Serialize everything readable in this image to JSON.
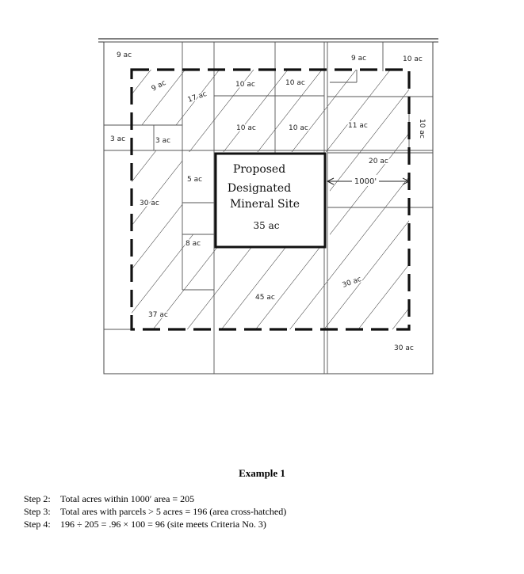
{
  "parcels": {
    "p_top_left": "9 ac",
    "p_top_right_a": "9 ac",
    "p_top_right_b": "10 ac",
    "p_inner_9": "9 ac",
    "p_inner_17": "17 ac",
    "p_top_mid_a": "10 ac",
    "p_top_mid_b": "10 ac",
    "p_mid_a": "10 ac",
    "p_mid_b": "10 ac",
    "p_right_11": "11 ac",
    "p_right_10": "10 ac",
    "p_left_3a": "3 ac",
    "p_left_3b": "3 ac",
    "p_20": "20 ac",
    "p_5": "5 ac",
    "p_30_left": "30 ac",
    "p_8": "8 ac",
    "p_30_right": "30 ac",
    "p_45": "45 ac",
    "p_37": "37 ac",
    "p_30_outside": "30 ac"
  },
  "site": {
    "line1": "Proposed",
    "line2": "Designated",
    "line3": "Mineral Site",
    "acres": "35 ac"
  },
  "dimension_label": "1000'",
  "caption": "Example 1",
  "steps": [
    {
      "label": "Step 2:",
      "text": "Total acres within 1000′ area = 205"
    },
    {
      "label": "Step 3:",
      "text": "Total ares with parcels > 5 acres = 196 (area cross-hatched)"
    },
    {
      "label": "Step 4:",
      "text": "196 ÷ 205 = .96 × 100 = 96 (site meets Criteria No. 3)"
    }
  ]
}
